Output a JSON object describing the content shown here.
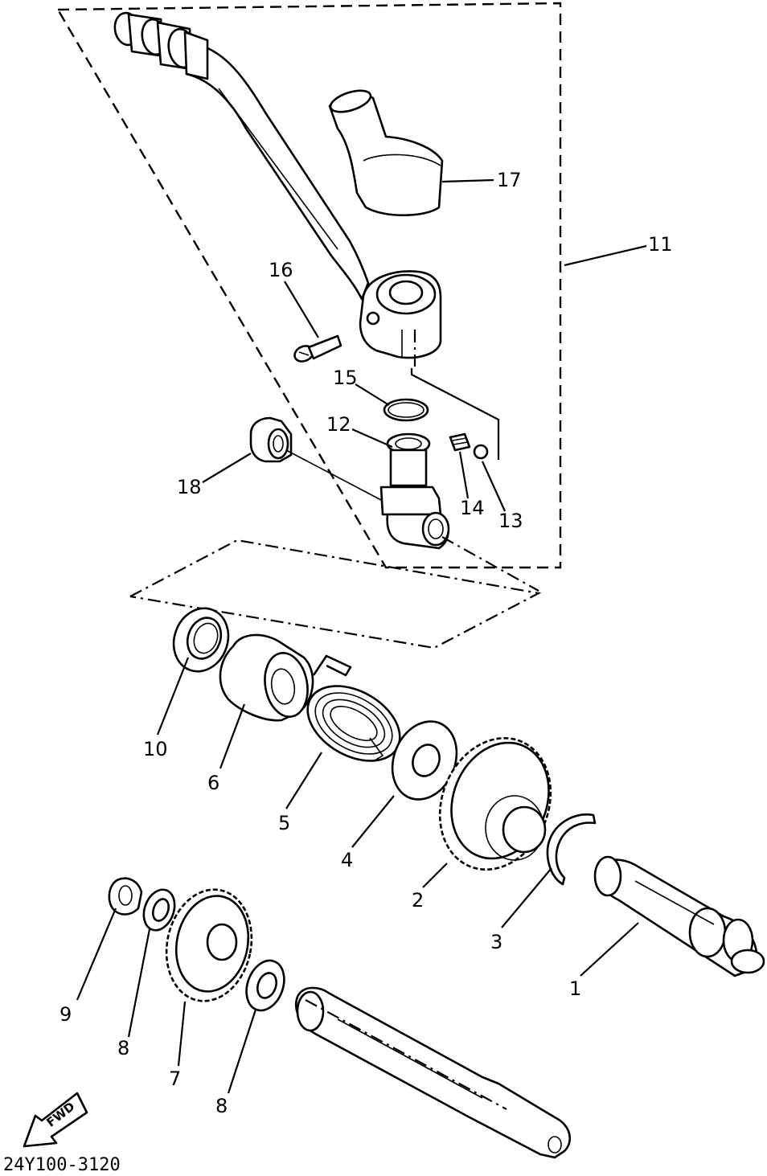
{
  "diagram": {
    "reference_code": "24Y100-3120",
    "direction_label": "FWD",
    "callouts": [
      "1",
      "2",
      "3",
      "4",
      "5",
      "6",
      "7",
      "8",
      "8",
      "9",
      "10",
      "11",
      "12",
      "13",
      "14",
      "15",
      "16",
      "17",
      "18"
    ],
    "parts": [
      {
        "number": "1",
        "icon": "kick-axle-icon"
      },
      {
        "number": "2",
        "icon": "kick-gear-icon"
      },
      {
        "number": "3",
        "icon": "circlip-icon"
      },
      {
        "number": "4",
        "icon": "washer-icon"
      },
      {
        "number": "5",
        "icon": "torsion-spring-icon"
      },
      {
        "number": "6",
        "icon": "spring-guide-icon"
      },
      {
        "number": "7",
        "icon": "idler-gear-icon"
      },
      {
        "number": "8",
        "icon": "washer-icon"
      },
      {
        "number": "9",
        "icon": "circlip-icon"
      },
      {
        "number": "10",
        "icon": "oil-seal-icon"
      },
      {
        "number": "11",
        "icon": "kick-crank-assembly-icon"
      },
      {
        "number": "12",
        "icon": "crank-boss-icon"
      },
      {
        "number": "13",
        "icon": "ball-icon"
      },
      {
        "number": "14",
        "icon": "spring-icon"
      },
      {
        "number": "15",
        "icon": "o-ring-icon"
      },
      {
        "number": "16",
        "icon": "bolt-icon"
      },
      {
        "number": "17",
        "icon": "rubber-cover-icon"
      },
      {
        "number": "18",
        "icon": "nut-icon"
      }
    ]
  }
}
